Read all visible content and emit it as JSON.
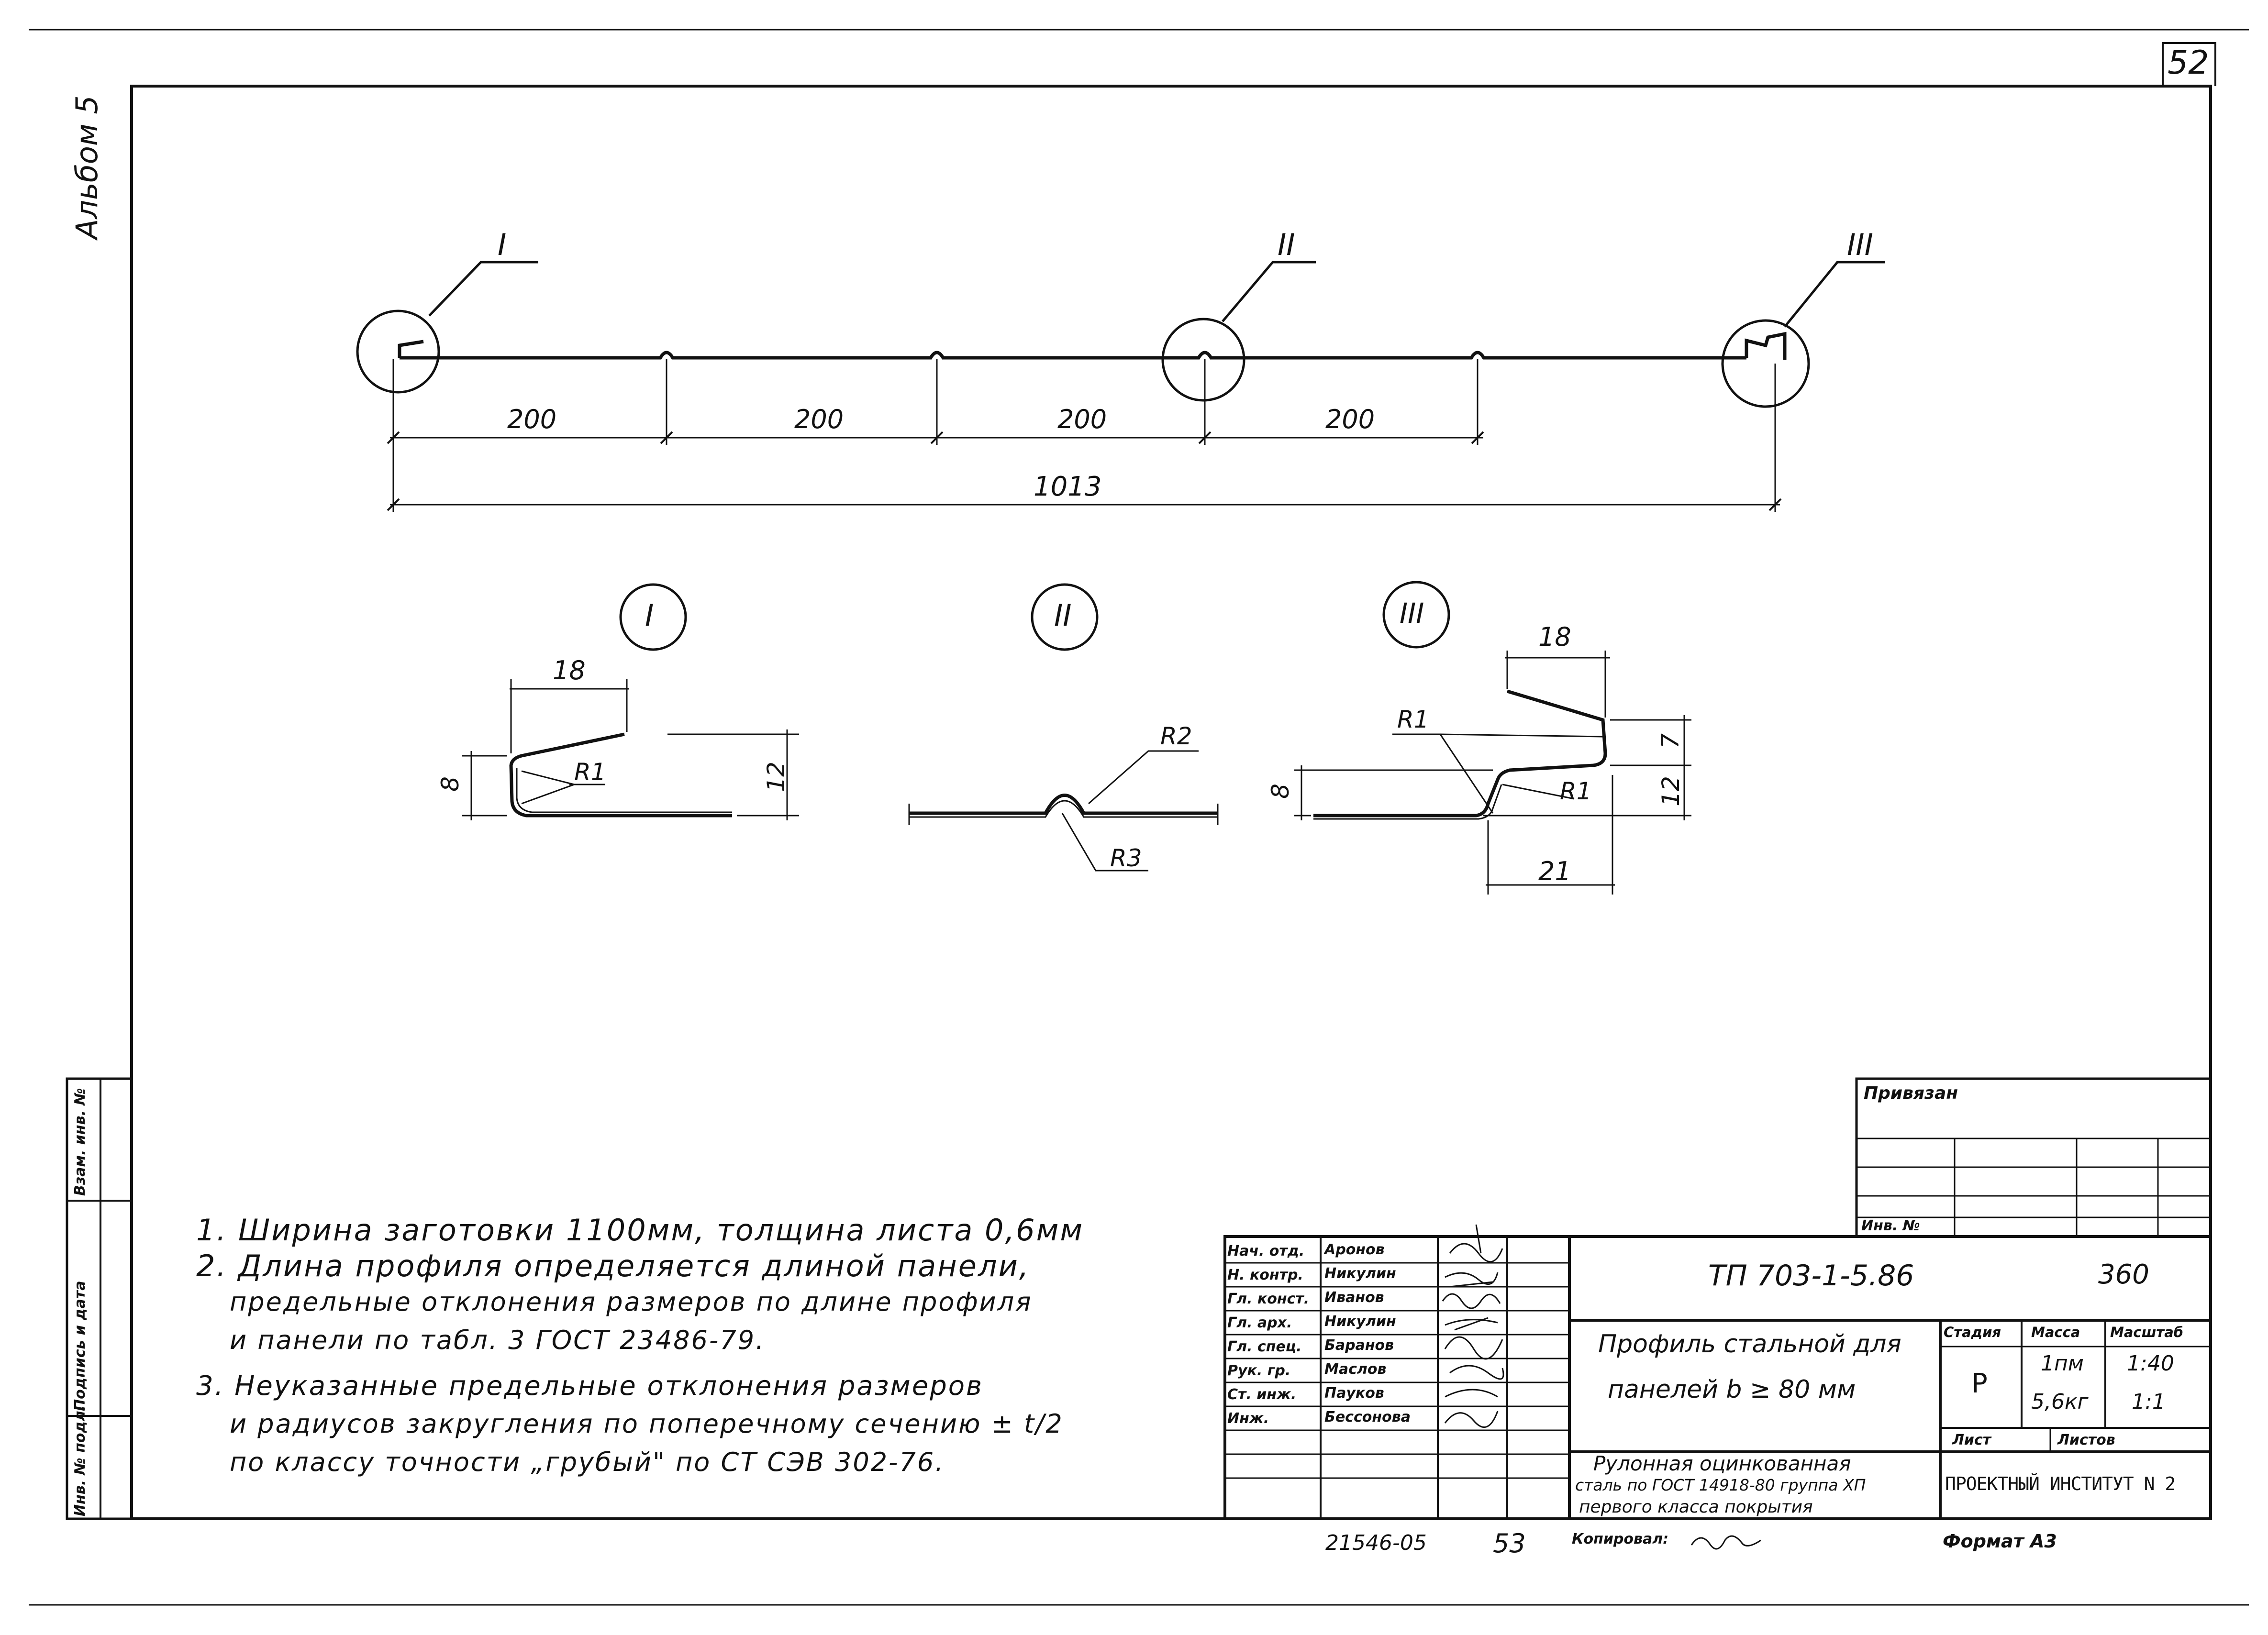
{
  "sheet": {
    "number": "52",
    "album": "Альбом 5",
    "bottom_codes": [
      "21546-05",
      "53"
    ],
    "copied_label": "Копировал:",
    "format": "Формат А3"
  },
  "drawing": {
    "callouts": [
      "I",
      "II",
      "III"
    ],
    "spacing_dims": [
      "200",
      "200",
      "200",
      "200"
    ],
    "total_dim": "1013",
    "detail1": {
      "width": "18",
      "height_left": "8",
      "height_right": "12",
      "radius": "R1"
    },
    "detail2": {
      "radius_top": "R2",
      "radius_bottom": "R3"
    },
    "detail3": {
      "width_top": "18",
      "radius_top": "R1",
      "radius_bottom": "R1",
      "height_left": "8",
      "height_top": "7",
      "height_right": "12",
      "width_bottom": "21"
    }
  },
  "notes": [
    "1. Ширина заготовки 1100мм, толщина листа 0,6мм",
    "2. Длина профиля определяется длиной панели,",
    "предельные отклонения размеров по длине профиля",
    "и панели по табл. 3 ГОСТ 23486-79.",
    "3. Неуказанные предельные отклонения размеров",
    "и радиусов закругления по поперечному сечению ± t/2",
    "по классу точности „грубый\" по СТ СЭВ 302-76."
  ],
  "side_stamp": [
    "Инв. № подл.",
    "Подпись и дата",
    "Взам. инв. №"
  ],
  "binding": {
    "label": "Привязан",
    "inv_label": "Инв. №"
  },
  "title_block": {
    "document_code": "ТП 703-1-5.86",
    "code_number": "360",
    "title_lines": [
      "Профиль стальной для",
      "панелей b ≥ 80 мм"
    ],
    "material_lines": [
      "Рулонная оцинкованная",
      "сталь по ГОСТ 14918-80 группа ХП",
      "первого класса покрытия"
    ],
    "headers": {
      "stage": "Стадия",
      "mass": "Масса",
      "scale": "Масштаб",
      "sheet": "Лист",
      "sheets": "Листов"
    },
    "stage": "Р",
    "mass_lines": [
      "1пм",
      "5,6кг"
    ],
    "scale_lines": [
      "1:40",
      "1:1"
    ],
    "organization": "ПРОЕКТНЫЙ ИНСТИТУТ N 2",
    "roles": [
      {
        "role": "Нач. отд.",
        "name": "Аронов"
      },
      {
        "role": "Н. контр.",
        "name": "Никулин"
      },
      {
        "role": "Гл. конст.",
        "name": "Иванов"
      },
      {
        "role": "Гл. арх.",
        "name": "Никулин"
      },
      {
        "role": "Гл. спец.",
        "name": "Баранов"
      },
      {
        "role": "Рук. гр.",
        "name": "Маслов"
      },
      {
        "role": "Ст. инж.",
        "name": "Пауков"
      },
      {
        "role": "Инж.",
        "name": "Бессонова"
      }
    ]
  }
}
